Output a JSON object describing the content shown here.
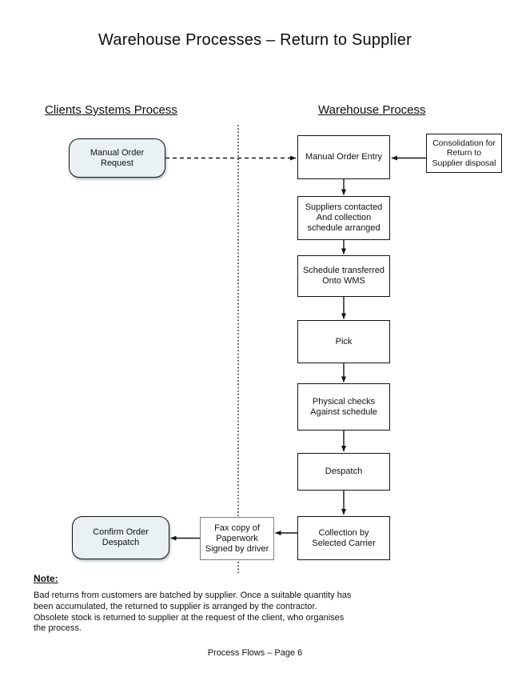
{
  "title": "Warehouse Processes – Return to Supplier",
  "headers": {
    "left": "Clients Systems Process",
    "right": "Warehouse Process"
  },
  "boxes": {
    "manual_order_request": "Manual Order\nRequest",
    "manual_order_entry": "Manual Order Entry",
    "consolidation": "Consolidation for\nReturn to\nSupplier disposal",
    "suppliers_contacted": "Suppliers contacted\nAnd collection\nschedule arranged",
    "schedule_transferred": "Schedule transferred\nOnto WMS",
    "pick": "Pick",
    "physical_checks": "Physical checks\nAgainst schedule",
    "despatch": "Despatch",
    "collection": "Collection by\nSelected Carrier",
    "fax_copy": "Fax copy of\nPaperwork\nSigned by driver",
    "confirm_order": "Confirm Order\nDespatch"
  },
  "note": {
    "label": "Note:",
    "body": "Bad returns from customers are batched by supplier. Once a suitable quantity has\nbeen accumulated, the returned to supplier is arranged by the contractor.\nObsolete stock is returned to supplier at the request of the client, who organises\nthe process."
  },
  "footer": "Process Flows – Page 6",
  "colors": {
    "client_box_fill": "#e9f1f3",
    "box_border": "#141414",
    "fax_box_border": "#7e7e7e",
    "dotted_divider": "#3c3c3c"
  }
}
